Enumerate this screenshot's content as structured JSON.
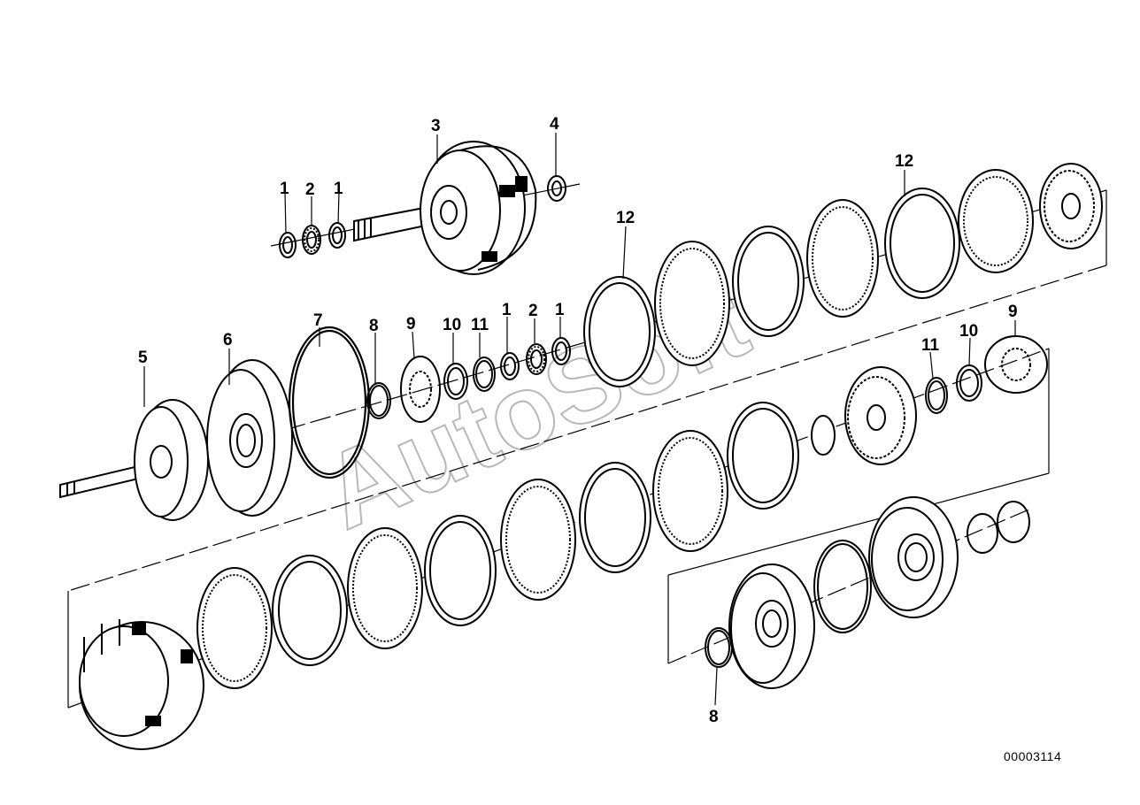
{
  "document_number": "00003114",
  "watermark": "AutoSoft",
  "callouts": [
    {
      "id": "c1a",
      "text": "1",
      "part": "thrust-washer"
    },
    {
      "id": "c2a",
      "text": "2",
      "part": "needle-bearing"
    },
    {
      "id": "c1b",
      "text": "1",
      "part": "thrust-washer"
    },
    {
      "id": "c3",
      "text": "3",
      "part": "input-shaft-clutch-drum"
    },
    {
      "id": "c4",
      "text": "4",
      "part": "thrust-washer"
    },
    {
      "id": "c12a",
      "text": "12",
      "part": "clutch-plate-set"
    },
    {
      "id": "c5",
      "text": "5",
      "part": "output-shaft-carrier"
    },
    {
      "id": "c6",
      "text": "6",
      "part": "piston"
    },
    {
      "id": "c7",
      "text": "7",
      "part": "o-ring"
    },
    {
      "id": "c8a",
      "text": "8",
      "part": "seal-ring"
    },
    {
      "id": "c9a",
      "text": "9",
      "part": "thrust-plate"
    },
    {
      "id": "c10a",
      "text": "10",
      "part": "thrust-washer"
    },
    {
      "id": "c11a",
      "text": "11",
      "part": "snap-ring"
    },
    {
      "id": "c1c",
      "text": "1",
      "part": "thrust-washer"
    },
    {
      "id": "c2b",
      "text": "2",
      "part": "needle-bearing"
    },
    {
      "id": "c1d",
      "text": "1",
      "part": "thrust-washer"
    },
    {
      "id": "c12b",
      "text": "12",
      "part": "clutch-plate-set"
    },
    {
      "id": "c9b",
      "text": "9",
      "part": "thrust-plate"
    },
    {
      "id": "c10b",
      "text": "10",
      "part": "thrust-washer"
    },
    {
      "id": "c11b",
      "text": "11",
      "part": "snap-ring"
    },
    {
      "id": "c8b",
      "text": "8",
      "part": "seal-ring"
    }
  ]
}
